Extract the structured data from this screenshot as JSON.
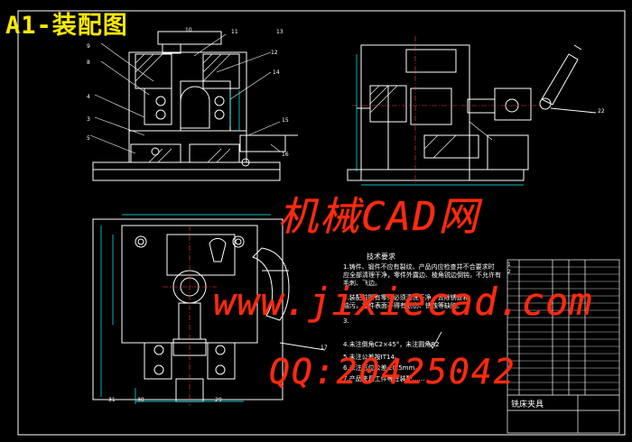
{
  "drawing": {
    "title": "A1-装配图",
    "colors": {
      "background": "#000000",
      "lines": "#ffffff",
      "title": "#f5e800",
      "watermark": "#ff2a10",
      "dims": "#00ffff"
    }
  },
  "watermark": {
    "brand": "机械CAD网",
    "url": "www.jixiecad.com",
    "qq": "QQ:20425042"
  },
  "tech_requirements": {
    "title": "技术要求",
    "lines": [
      "1.铸件、锻件不应有裂纹、产品内应检查并不合要求时",
      "应全部清理干净，零件外露边、棱角锐边倒钝，不允许有",
      "毛刺、飞边。",
      "2.装配前所有零件必须清洗干净，去除锈迹和",
      "油污，零件表面不得有划伤、锈蚀等缺陷。",
      "3.",
      "4.未注倒角C2×45°，未注圆角R2",
      "5.未注公差按IT14。",
      "6.未注形位公差±0.5mm。",
      "7.产品夹具工件等在装配……"
    ]
  },
  "title_block": {
    "name": "铣床夹具"
  },
  "balloons": [
    "1",
    "2",
    "3",
    "4",
    "5",
    "8",
    "9",
    "10",
    "11",
    "12",
    "13",
    "14",
    "15",
    "16",
    "17",
    "22",
    "29",
    "30",
    "31"
  ]
}
